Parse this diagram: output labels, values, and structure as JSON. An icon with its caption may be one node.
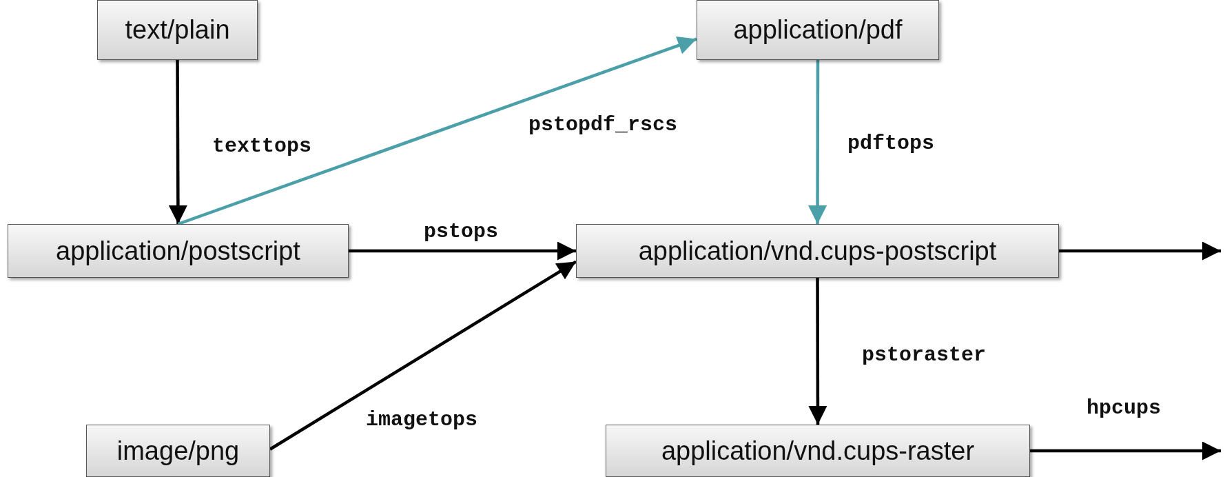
{
  "diagram": {
    "nodes": [
      {
        "text": [
          "text/plain"
        ]
      },
      {
        "text": [
          "application/pdf"
        ]
      },
      {
        "text": [
          "application/postscript"
        ]
      },
      {
        "text": [
          "application/vnd.cups-postscript"
        ]
      },
      {
        "text": [
          "image/png"
        ]
      },
      {
        "text": [
          "application/vnd.cups-raster"
        ]
      }
    ],
    "edges": [
      {
        "from": 0,
        "to": 2,
        "arrow": "to",
        "label": "texttops"
      },
      {
        "from": 2,
        "to": 1,
        "arrow": "to",
        "label": "pstopdf_rscs",
        "color": "#4a9fa8"
      },
      {
        "from": 1,
        "to": 3,
        "arrow": "to",
        "label": "pdftops",
        "color": "#4a9fa8"
      },
      {
        "from": 2,
        "to": 3,
        "arrow": "to",
        "label": "pstops"
      },
      {
        "from": 4,
        "to": 3,
        "arrow": "to",
        "label": "imagetops"
      },
      {
        "from": 3,
        "to": null,
        "arrow": "to"
      },
      {
        "from": 3,
        "to": 5,
        "arrow": "to",
        "label": "pstoraster"
      },
      {
        "from": 5,
        "to": null,
        "arrow": "to",
        "label": "hpcups"
      }
    ]
  }
}
